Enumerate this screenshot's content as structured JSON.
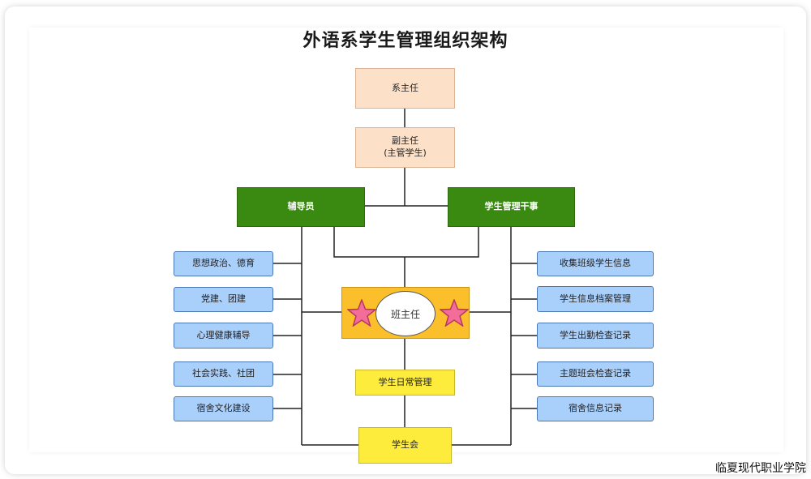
{
  "title": "外语系学生管理组织架构",
  "nodes": {
    "director": "系主任",
    "deputy_line1": "副主任",
    "deputy_line2": "(主管学生)",
    "counselor": "辅导员",
    "affairs_officer": "学生管理干事",
    "class_teacher": "班主任",
    "daily_mgmt": "学生日常管理",
    "student_union": "学生会"
  },
  "left_items": [
    "思想政治、德育",
    "党建、团建",
    "心理健康辅导",
    "社会实践、社团",
    "宿舍文化建设"
  ],
  "right_items": [
    "收集班级学生信息",
    "学生信息档案管理",
    "学生出勤检查记录",
    "主题班会检查记录",
    "宿舍信息记录"
  ],
  "footer": "临夏现代职业学院",
  "colors": {
    "peach": "#fde0c8",
    "green": "#3a8a12",
    "blue": "#a9cffb",
    "yellow": "#fdec3c",
    "orange": "#fbbf2c",
    "star": "#f26d9a"
  }
}
